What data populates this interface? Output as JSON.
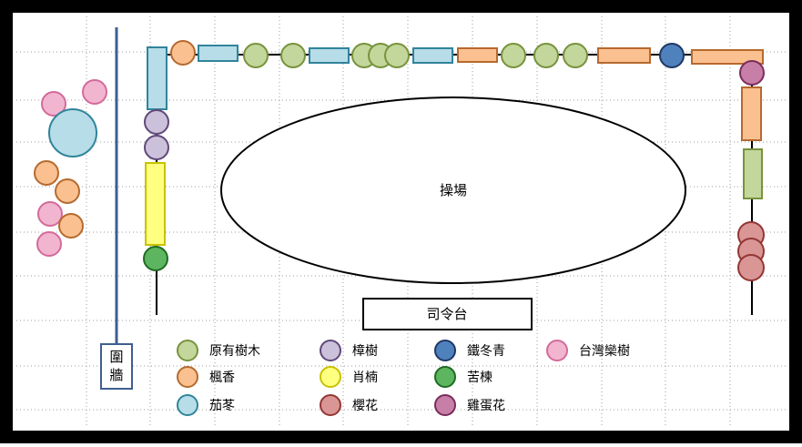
{
  "labels": {
    "playground": "操場",
    "platform": "司令台",
    "wall": [
      "圍",
      "牆"
    ]
  },
  "legend": [
    {
      "key": "original",
      "label": "原有樹木",
      "shape": "circle",
      "fill": "#c3d69b",
      "stroke": "#77933c"
    },
    {
      "key": "camphor",
      "label": "樟樹",
      "shape": "circle",
      "fill": "#ccc1da",
      "stroke": "#5f497a"
    },
    {
      "key": "holly",
      "label": "鐵冬青",
      "shape": "circle",
      "fill": "#4f81bd",
      "stroke": "#1f3864"
    },
    {
      "key": "goldenrain",
      "label": "台灣欒樹",
      "shape": "circle",
      "fill": "#f2b5d0",
      "stroke": "#d36b9a"
    },
    {
      "key": "sweetgum",
      "label": "楓香",
      "shape": "circle",
      "fill": "#fac090",
      "stroke": "#b56a2f"
    },
    {
      "key": "podocarpus",
      "label": "肖楠",
      "shape": "circle",
      "fill": "#ffff80",
      "stroke": "#c9c200"
    },
    {
      "key": "chinaberry",
      "label": "苦楝",
      "shape": "circle",
      "fill": "#5eb560",
      "stroke": "#1f6b22"
    },
    {
      "key": "bishopwood",
      "label": "茄苳",
      "shape": "circle",
      "fill": "#b7dde8",
      "stroke": "#31849b"
    },
    {
      "key": "cherry",
      "label": "櫻花",
      "shape": "circle",
      "fill": "#d99694",
      "stroke": "#943634"
    },
    {
      "key": "frangipani",
      "label": "雞蛋花",
      "shape": "circle",
      "fill": "#c77fa8",
      "stroke": "#7b2c5a"
    }
  ],
  "colors": {
    "frame": "#000000",
    "wall_line": "#3f5f8f",
    "grid": "#9e9e9e",
    "path": "#000000"
  }
}
